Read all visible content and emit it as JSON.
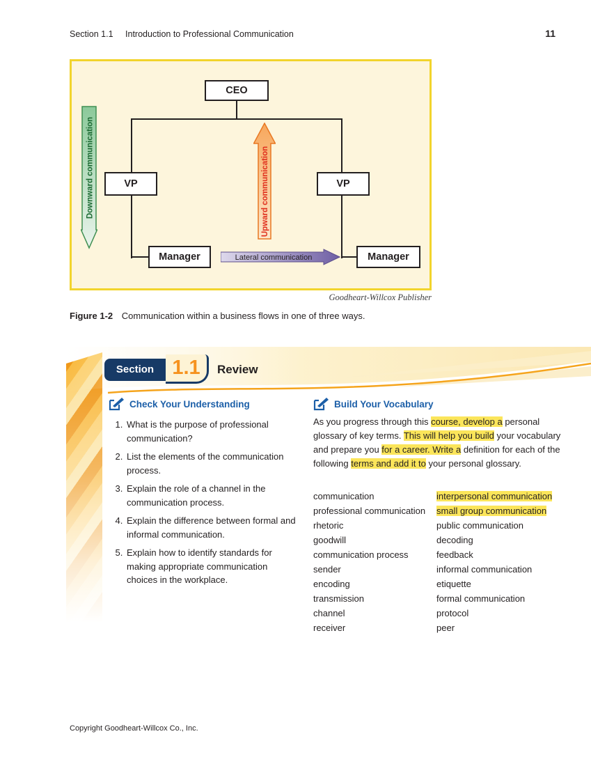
{
  "header": {
    "section_ref": "Section 1.1",
    "chapter_title": "Introduction to Professional Communication",
    "page_number": "11"
  },
  "figure": {
    "chart": {
      "ceo_label": "CEO",
      "vp_left_label": "VP",
      "vp_right_label": "VP",
      "manager_left_label": "Manager",
      "manager_right_label": "Manager",
      "downward_arrow_label": "Downward communication",
      "upward_arrow_label": "Upward communication",
      "lateral_arrow_label": "Lateral communication"
    },
    "attribution": "Goodheart-Willcox Publisher",
    "caption_label": "Figure 1-2",
    "caption_text": "Communication within a business flows in one of three ways."
  },
  "review": {
    "section_word": "Section",
    "section_number": "1.1",
    "review_word": "Review",
    "check_understanding": {
      "heading": "Check Your Understanding",
      "questions": [
        "What is the purpose of professional communication?",
        "List the elements of the communication process.",
        "Explain the role of a channel in the communication process.",
        "Explain the difference between formal and informal communication.",
        "Explain how to identify standards for making appropriate communication choices in the workplace."
      ]
    },
    "vocabulary": {
      "heading": "Build Your Vocabulary",
      "intro_segments": [
        {
          "text": "As you progress through this ",
          "highlight": false
        },
        {
          "text": "course, develop a",
          "highlight": true
        },
        {
          "text": " personal glossary of key terms. ",
          "highlight": false
        },
        {
          "text": "This will help you build",
          "highlight": true
        },
        {
          "text": " your vocabulary and prepare you ",
          "highlight": false
        },
        {
          "text": "for a career. Write a",
          "highlight": true
        },
        {
          "text": " definition for each of the following ",
          "highlight": false
        },
        {
          "text": "terms and add it to",
          "highlight": true
        },
        {
          "text": " your personal glossary.",
          "highlight": false
        }
      ],
      "terms_left": [
        "communication",
        "professional communication",
        "rhetoric",
        "goodwill",
        "communication process",
        "sender",
        "encoding",
        "transmission",
        "channel",
        "receiver"
      ],
      "terms_right": [
        "interpersonal communication",
        "small group communication",
        "public communication",
        "decoding",
        "feedback",
        "informal communication",
        "etiquette",
        "formal communication",
        "protocol",
        "peer"
      ]
    }
  },
  "footer": {
    "copyright": "Copyright Goodheart-Willcox Co., Inc."
  },
  "colors": {
    "figure_border": "#f2d42c",
    "figure_bg": "#fdf5dc",
    "downward_arrow_green": "#3f8f52",
    "upward_arrow_orange": "#e87722",
    "upward_text_red": "#e0301e",
    "lateral_arrow_purple": "#6f5fa4",
    "heading_blue": "#1c5fa8",
    "section_navy": "#173a66",
    "accent_orange": "#f6921e",
    "highlight_yellow": "#fbe55a"
  }
}
